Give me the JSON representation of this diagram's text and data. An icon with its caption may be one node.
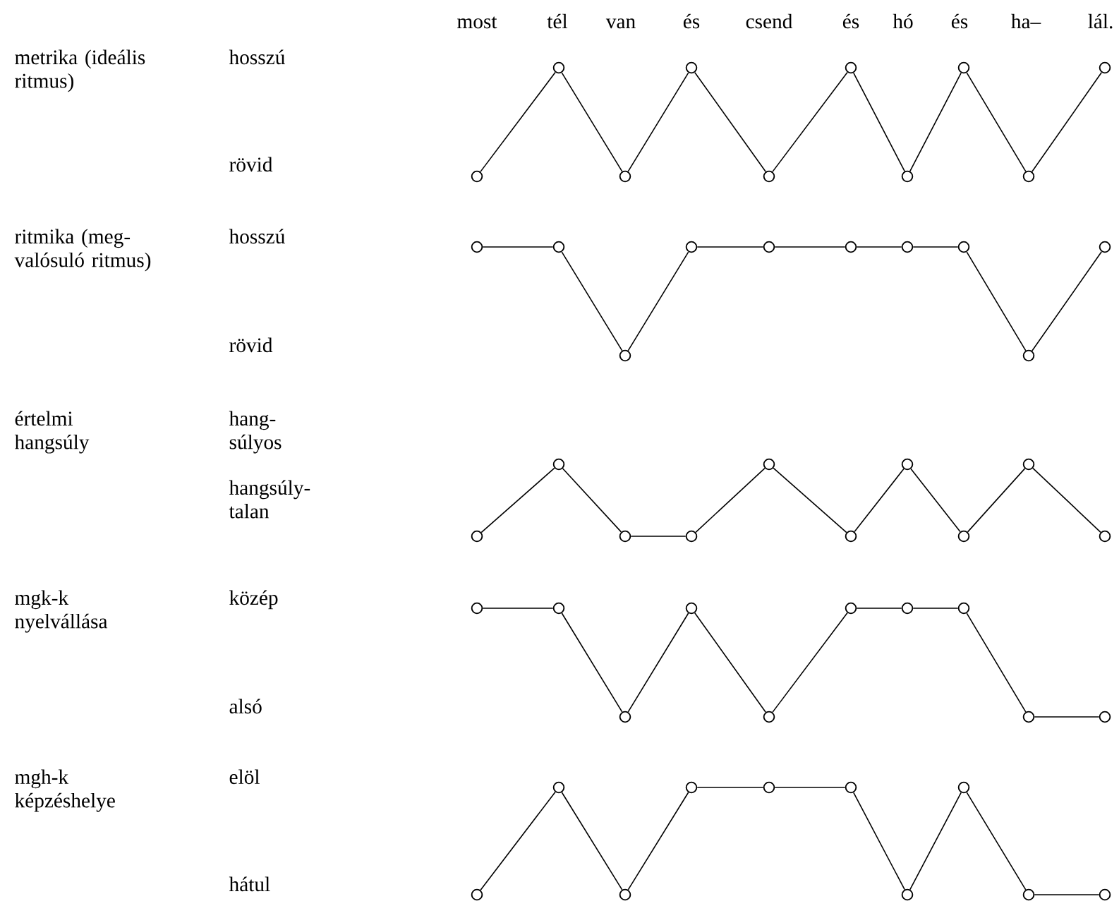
{
  "diagram": {
    "nodes": [
      {
        "text": [],
        "shape": "circle"
      },
      {
        "text": [],
        "shape": "circle"
      },
      {
        "text": [],
        "shape": "circle"
      },
      {
        "text": [],
        "shape": "circle"
      },
      {
        "text": [],
        "shape": "circle"
      },
      {
        "text": [],
        "shape": "circle"
      },
      {
        "text": [],
        "shape": "circle"
      },
      {
        "text": [],
        "shape": "circle"
      },
      {
        "text": [],
        "shape": "circle"
      },
      {
        "text": [],
        "shape": "circle"
      },
      {
        "text": [],
        "shape": "circle"
      },
      {
        "text": [],
        "shape": "circle"
      },
      {
        "text": [],
        "shape": "circle"
      },
      {
        "text": [],
        "shape": "circle"
      },
      {
        "text": [],
        "shape": "circle"
      },
      {
        "text": [],
        "shape": "circle"
      },
      {
        "text": [],
        "shape": "circle"
      },
      {
        "text": [],
        "shape": "circle"
      },
      {
        "text": [],
        "shape": "circle"
      },
      {
        "text": [],
        "shape": "circle"
      },
      {
        "text": [],
        "shape": "circle"
      },
      {
        "text": [],
        "shape": "circle"
      },
      {
        "text": [],
        "shape": "circle"
      },
      {
        "text": [],
        "shape": "circle"
      },
      {
        "text": [],
        "shape": "circle"
      },
      {
        "text": [],
        "shape": "circle"
      },
      {
        "text": [],
        "shape": "circle"
      },
      {
        "text": [],
        "shape": "circle"
      },
      {
        "text": [],
        "shape": "circle"
      },
      {
        "text": [],
        "shape": "circle"
      },
      {
        "text": [],
        "shape": "circle"
      },
      {
        "text": [],
        "shape": "circle"
      },
      {
        "text": [],
        "shape": "circle"
      },
      {
        "text": [],
        "shape": "circle"
      },
      {
        "text": [],
        "shape": "circle"
      },
      {
        "text": [],
        "shape": "circle"
      },
      {
        "text": [],
        "shape": "circle"
      },
      {
        "text": [],
        "shape": "circle"
      },
      {
        "text": [],
        "shape": "circle"
      },
      {
        "text": [],
        "shape": "circle"
      },
      {
        "text": [],
        "shape": "circle"
      },
      {
        "text": [],
        "shape": "circle"
      },
      {
        "text": [],
        "shape": "circle"
      },
      {
        "text": [],
        "shape": "circle"
      },
      {
        "text": [],
        "shape": "circle"
      },
      {
        "text": [],
        "shape": "circle"
      },
      {
        "text": [],
        "shape": "circle"
      },
      {
        "text": [],
        "shape": "circle"
      },
      {
        "text": [],
        "shape": "circle"
      },
      {
        "text": [],
        "shape": "circle"
      }
    ],
    "edges": [
      {
        "from": 0,
        "to": 1,
        "arrow": "none"
      },
      {
        "from": 1,
        "to": 2,
        "arrow": "none"
      },
      {
        "from": 2,
        "to": 3,
        "arrow": "none"
      },
      {
        "from": 3,
        "to": 4,
        "arrow": "none"
      },
      {
        "from": 4,
        "to": 5,
        "arrow": "none"
      },
      {
        "from": 5,
        "to": 6,
        "arrow": "none"
      },
      {
        "from": 6,
        "to": 7,
        "arrow": "none"
      },
      {
        "from": 7,
        "to": 8,
        "arrow": "none"
      },
      {
        "from": 8,
        "to": 9,
        "arrow": "none"
      },
      {
        "from": 10,
        "to": 11,
        "arrow": "none"
      },
      {
        "from": 11,
        "to": 12,
        "arrow": "none"
      },
      {
        "from": 12,
        "to": 13,
        "arrow": "none"
      },
      {
        "from": 13,
        "to": 14,
        "arrow": "none"
      },
      {
        "from": 14,
        "to": 15,
        "arrow": "none"
      },
      {
        "from": 15,
        "to": 16,
        "arrow": "none"
      },
      {
        "from": 16,
        "to": 17,
        "arrow": "none"
      },
      {
        "from": 17,
        "to": 18,
        "arrow": "none"
      },
      {
        "from": 18,
        "to": 19,
        "arrow": "none"
      },
      {
        "from": 20,
        "to": 21,
        "arrow": "none"
      },
      {
        "from": 21,
        "to": 22,
        "arrow": "none"
      },
      {
        "from": 22,
        "to": 23,
        "arrow": "none"
      },
      {
        "from": 23,
        "to": 24,
        "arrow": "none"
      },
      {
        "from": 24,
        "to": 25,
        "arrow": "none"
      },
      {
        "from": 25,
        "to": 26,
        "arrow": "none"
      },
      {
        "from": 26,
        "to": 27,
        "arrow": "none"
      },
      {
        "from": 27,
        "to": 28,
        "arrow": "none"
      },
      {
        "from": 28,
        "to": 29,
        "arrow": "none"
      },
      {
        "from": 30,
        "to": 31,
        "arrow": "none"
      },
      {
        "from": 31,
        "to": 32,
        "arrow": "none"
      },
      {
        "from": 32,
        "to": 33,
        "arrow": "none"
      },
      {
        "from": 33,
        "to": 34,
        "arrow": "none"
      },
      {
        "from": 34,
        "to": 35,
        "arrow": "none"
      },
      {
        "from": 35,
        "to": 36,
        "arrow": "none"
      },
      {
        "from": 36,
        "to": 37,
        "arrow": "none"
      },
      {
        "from": 37,
        "to": 38,
        "arrow": "none"
      },
      {
        "from": 38,
        "to": 39,
        "arrow": "none"
      },
      {
        "from": 40,
        "to": 41,
        "arrow": "none"
      },
      {
        "from": 41,
        "to": 42,
        "arrow": "none"
      },
      {
        "from": 42,
        "to": 43,
        "arrow": "none"
      },
      {
        "from": 43,
        "to": 44,
        "arrow": "none"
      },
      {
        "from": 44,
        "to": 45,
        "arrow": "none"
      },
      {
        "from": 45,
        "to": 46,
        "arrow": "none"
      },
      {
        "from": 46,
        "to": 47,
        "arrow": "none"
      },
      {
        "from": 47,
        "to": 48,
        "arrow": "none"
      },
      {
        "from": 48,
        "to": 49,
        "arrow": "none"
      }
    ],
    "labels": [
      "most",
      "tél",
      "van",
      "és",
      "csend",
      "és",
      "hó",
      "és",
      "ha–",
      "lál.",
      "metrika (ideális ritmus)",
      "hosszú",
      "rövid",
      "ritmika (meg- valósuló ritmus)",
      "hosszú",
      "rövid",
      "értelmi hangsúly",
      "hang- súlyos",
      "hangsúly- talan",
      "mgk-k nyelvállása",
      "közép",
      "alsó",
      "mgh-k képzéshelye",
      "elöl",
      "hátul"
    ]
  }
}
